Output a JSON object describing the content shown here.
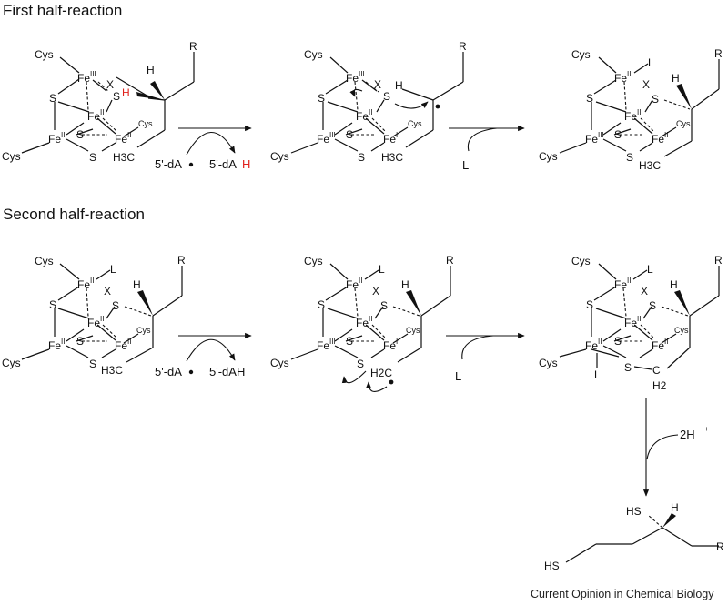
{
  "headers": {
    "first": "First half-reaction",
    "second": "Second half-reaction"
  },
  "reagents": {
    "dA_radical": "5'-dA",
    "dA_H_first_prefix": "5'-dA",
    "dA_H_first_H": "H",
    "dAH_second": "5'-dAH",
    "ligand": "L",
    "protons": "2H",
    "protons_charge": "+"
  },
  "atoms": {
    "Cys": "Cys",
    "Fe": "Fe",
    "S": "S",
    "X": "X",
    "H": "H",
    "R": "R",
    "L": "L",
    "H3C": "H3C",
    "H2C": "H2C",
    "C": "C",
    "H2": "H2",
    "HS": "HS",
    "ox_III": "III",
    "ox_II": "II"
  },
  "colors": {
    "abstracted_hydrogen": "#e0201b"
  },
  "credit": "Current Opinion in Chemical Biology"
}
